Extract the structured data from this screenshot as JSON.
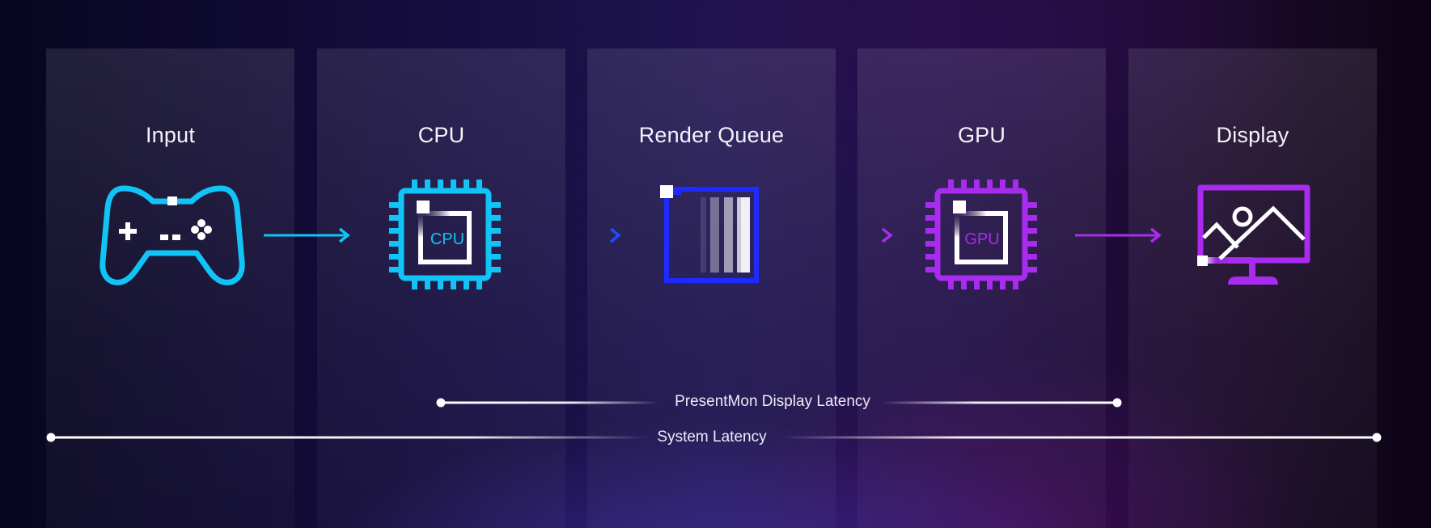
{
  "diagram": {
    "stages": [
      {
        "label": "Input",
        "icon": "gamepad-icon",
        "color": "#12c4f5"
      },
      {
        "label": "CPU",
        "icon": "cpu-chip-icon",
        "chip_label": "CPU",
        "color": "#12c4f5"
      },
      {
        "label": "Render Queue",
        "icon": "render-queue-icon",
        "color": "#1e2bff"
      },
      {
        "label": "GPU",
        "icon": "gpu-chip-icon",
        "chip_label": "GPU",
        "color": "#a92bef"
      },
      {
        "label": "Display",
        "icon": "monitor-image-icon",
        "color": "#a92bef"
      }
    ],
    "arrows": [
      {
        "from": "Input",
        "to": "CPU"
      },
      {
        "from": "CPU",
        "to": "Render Queue"
      },
      {
        "from": "Render Queue",
        "to": "GPU"
      },
      {
        "from": "GPU",
        "to": "Display"
      }
    ],
    "latencies": [
      {
        "label": "PresentMon Display Latency",
        "from": "CPU",
        "to": "GPU"
      },
      {
        "label": "System Latency",
        "from": "Input",
        "to": "Display"
      }
    ]
  }
}
